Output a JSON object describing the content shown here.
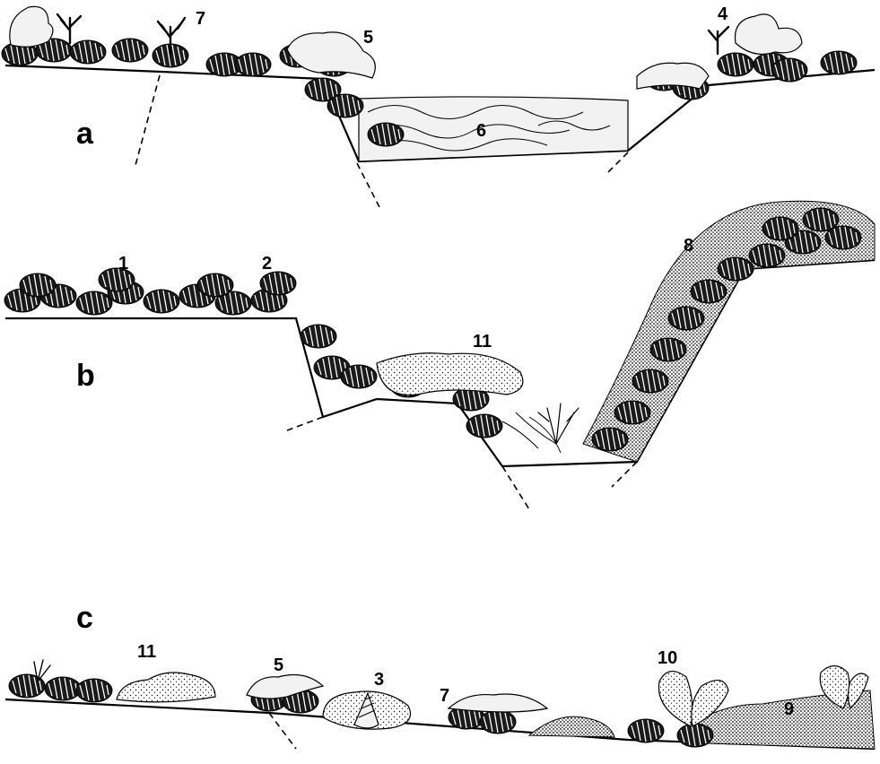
{
  "figure": {
    "panels": [
      {
        "id": "a",
        "letter": "a",
        "labels": [
          "4",
          "5",
          "6",
          "7"
        ]
      },
      {
        "id": "b",
        "letter": "b",
        "labels": [
          "1",
          "2",
          "8",
          "11"
        ]
      },
      {
        "id": "c",
        "letter": "c",
        "labels": [
          "3",
          "5",
          "7",
          "9",
          "10",
          "11"
        ]
      }
    ]
  }
}
